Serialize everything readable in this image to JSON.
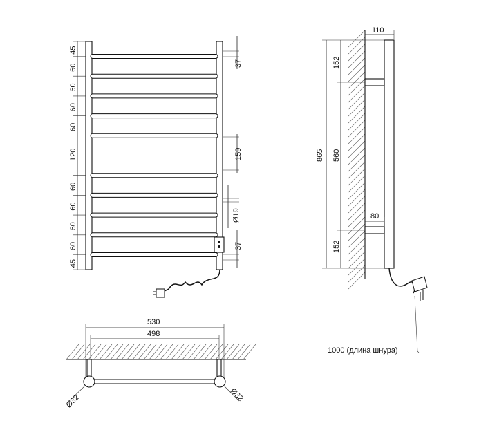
{
  "front_view": {
    "left_dims": [
      "45",
      "60",
      "60",
      "60",
      "60",
      "120",
      "60",
      "60",
      "60",
      "60",
      "45"
    ],
    "right_dims": [
      "37",
      "159",
      "Ø19",
      "37"
    ]
  },
  "side_view": {
    "width_dim": "110",
    "total_height": "865",
    "mount_spacing": "560",
    "top_offset": "152",
    "bottom_offset": "152",
    "bracket_depth": "80",
    "cord_note": "1000 (длина шнура)"
  },
  "top_view": {
    "overall_width": "530",
    "inner_width": "498",
    "left_diameter": "Ø32",
    "right_diameter": "Ø32"
  }
}
